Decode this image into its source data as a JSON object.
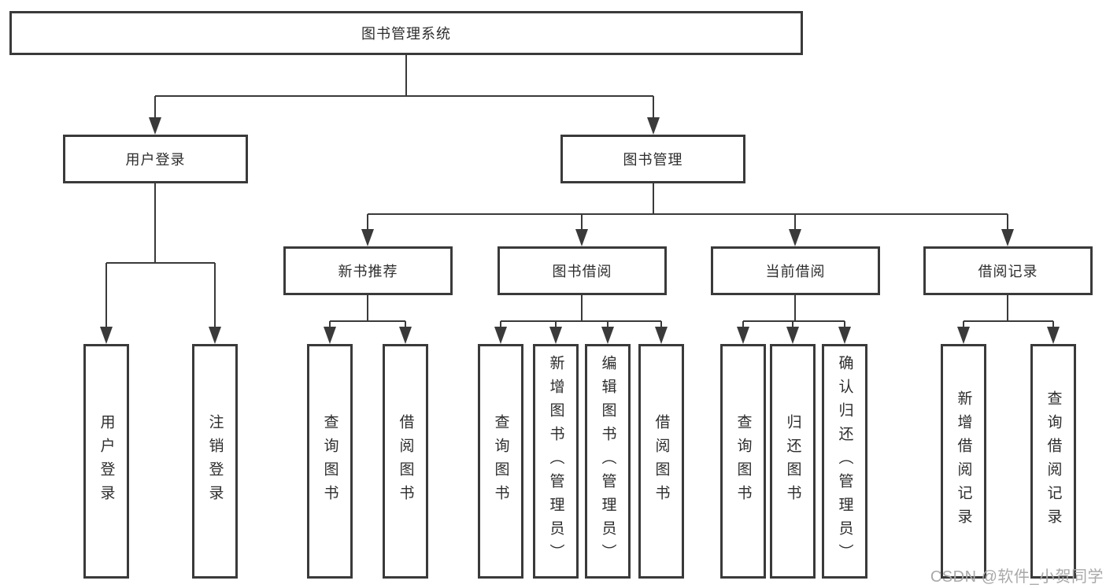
{
  "nodes": {
    "root": "图书管理系统",
    "user_login": "用户登录",
    "book_management": "图书管理",
    "new_book_recommend": "新书推荐",
    "book_borrowing": "图书借阅",
    "current_borrowing": "当前借阅",
    "borrowing_records": "借阅记录",
    "leaf_user_login": "用户登录",
    "leaf_logout": "注销登录",
    "leaf_nb_query": "查询图书",
    "leaf_nb_borrow": "借阅图书",
    "leaf_bb_query": "查询图书",
    "leaf_bb_add": "新增图书（管理员）",
    "leaf_bb_edit": "编辑图书（管理员）",
    "leaf_bb_borrow": "借阅图书",
    "leaf_cb_query": "查询图书",
    "leaf_cb_return": "归还图书",
    "leaf_cb_confirm": "确认归还（管理员）",
    "leaf_br_add": "新增借阅记录",
    "leaf_br_query": "查询借阅记录"
  },
  "watermark": {
    "text": "CSDN @软件_小贺同学",
    "color": "#a9a9a9"
  },
  "colors": {
    "line": "#3a3a3a",
    "text": "#2d2d2d",
    "background": "#ffffff"
  }
}
